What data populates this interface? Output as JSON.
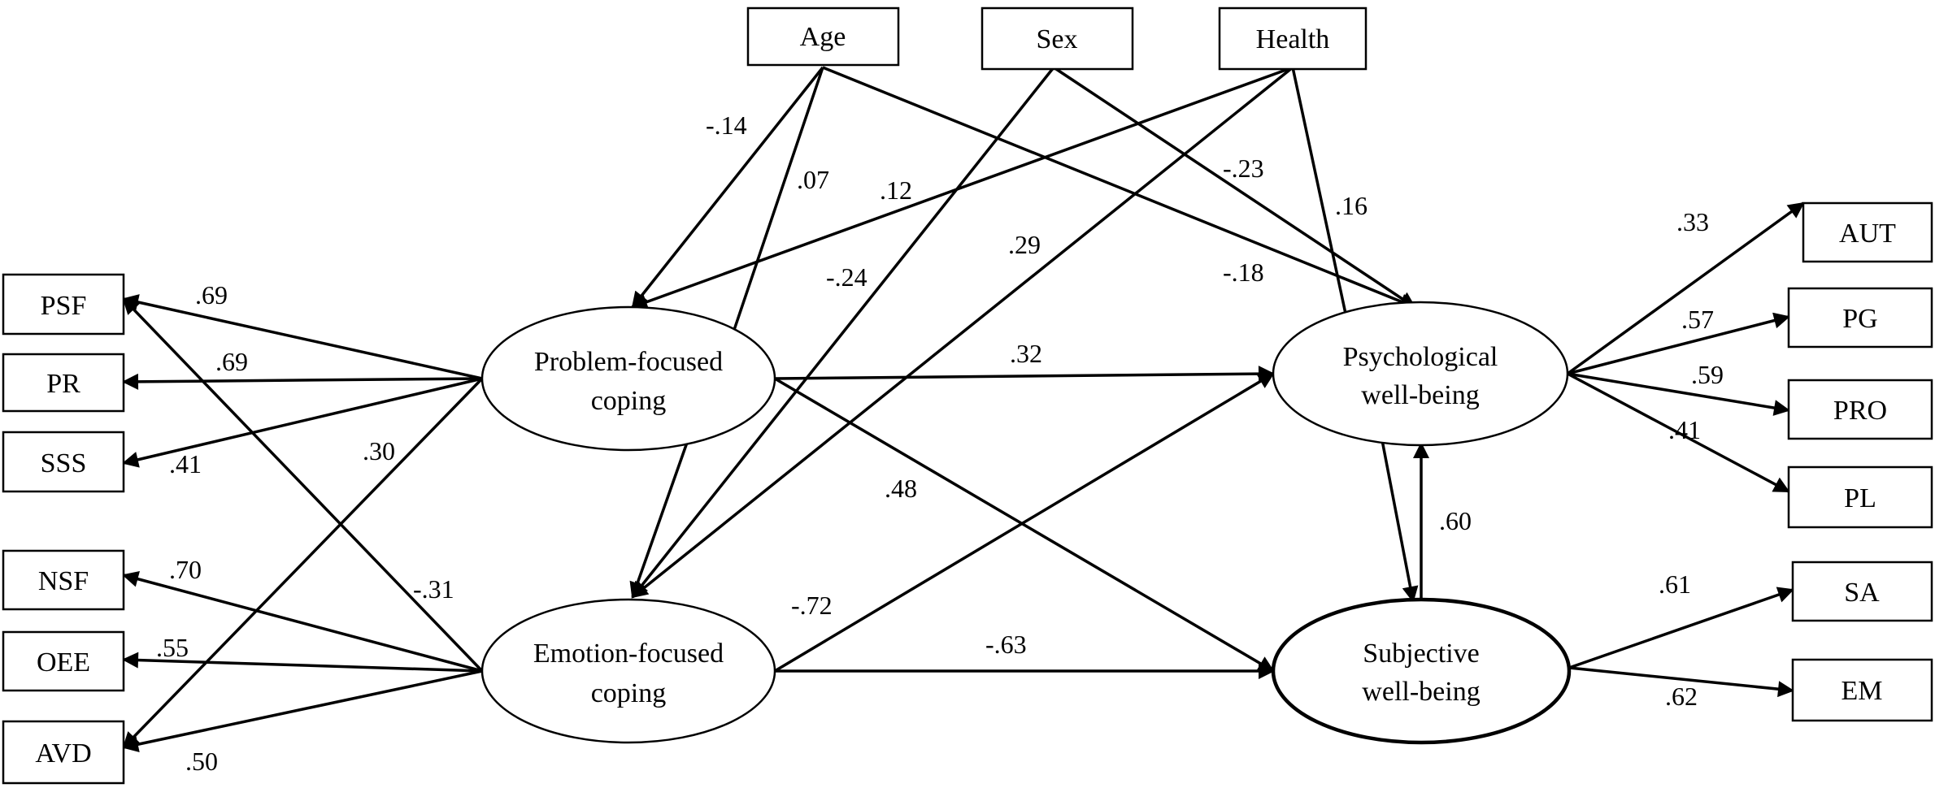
{
  "nodes": {
    "age": "Age",
    "sex": "Sex",
    "health": "Health",
    "psf": "PSF",
    "pr": "PR",
    "sss": "SSS",
    "nsf": "NSF",
    "oee": "OEE",
    "avd": "AVD",
    "aut": "AUT",
    "pg": "PG",
    "pro": "PRO",
    "pl": "PL",
    "sa": "SA",
    "em": "EM",
    "pfc": [
      "Problem-focused",
      "coping"
    ],
    "efc": [
      "Emotion-focused",
      "coping"
    ],
    "pwb": [
      "Psychological",
      "well-being"
    ],
    "swb": [
      "Subjective",
      "well-being"
    ]
  },
  "coefficients": {
    "age_pfc": "-.14",
    "age_pwb": ".07",
    "health_pfc": ".12",
    "sex_efc": "-.24",
    "health_efc": ".29",
    "sex_pwb": "-.23",
    "age_pwb_b": "-.18",
    "health_pwb": ".16",
    "pfc_psf": ".69",
    "pfc_pr": ".69",
    "pfc_sss": ".41",
    "pfc_avd": ".30",
    "efc_psf": "-.31",
    "efc_nsf": ".70",
    "efc_oee": ".55",
    "efc_avd": ".50",
    "pfc_pwb": ".32",
    "pfc_swb": ".48",
    "efc_pwb": "-.72",
    "efc_swb": "-.63",
    "pwb_swb": ".60",
    "pwb_aut": ".33",
    "pwb_pg": ".57",
    "pwb_pro": ".59",
    "pwb_pl": ".41",
    "swb_sa": ".61",
    "swb_em": ".62"
  }
}
